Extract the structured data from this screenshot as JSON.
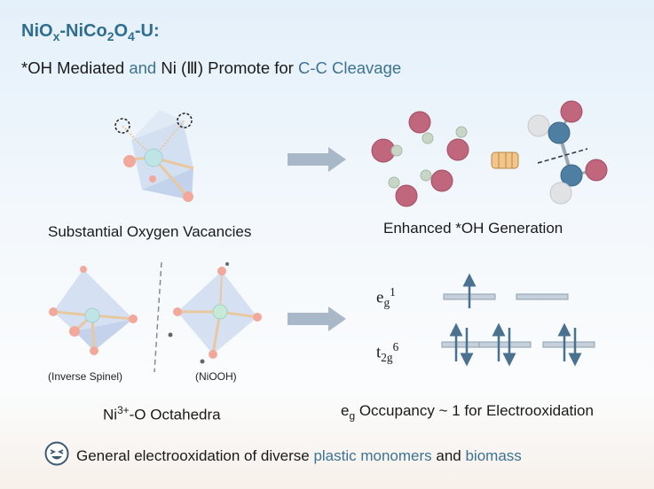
{
  "title": {
    "main": "NiO",
    "sub_x": "x",
    "mid": "-NiCo",
    "sub_2": "2",
    "o": "O",
    "sub_4": "4",
    "end": "-U:"
  },
  "subtitle": {
    "part1": "*OH Mediated ",
    "and": "and",
    "part2": " Ni (Ⅲ) Promote for ",
    "highlight": "C-C Cleavage"
  },
  "captions": {
    "oxygen_vacancies": "Substantial Oxygen Vacancies",
    "oh_generation": "Enhanced *OH Generation",
    "inverse_spinel": "(Inverse Spinel)",
    "niooh": "(NiOOH)",
    "octahedra_prefix": "Ni",
    "octahedra_sup": "3+",
    "octahedra_suffix": "-O Octahedra",
    "eg_prefix": "e",
    "eg_sub": "g",
    "eg_suffix": " Occupancy ~ 1 for Electrooxidation"
  },
  "levels": {
    "eg_label": "e",
    "eg_sub": "g",
    "eg_sup": "1",
    "t2g_label": "t",
    "t2g_sub": "2g",
    "t2g_sup": "6"
  },
  "footer": {
    "part1": "General electrooxidation of diverse ",
    "hl1": "plastic monomers",
    "mid": " and ",
    "hl2": "biomass"
  },
  "icons": [
    "smiley-icon",
    "fist-icon",
    "arrow-right-icon"
  ],
  "colors": {
    "title": "#2f6e8f",
    "accent": "#3c7393",
    "arrow": "#a8b8c8",
    "spin_arrow": "#4a7290"
  }
}
